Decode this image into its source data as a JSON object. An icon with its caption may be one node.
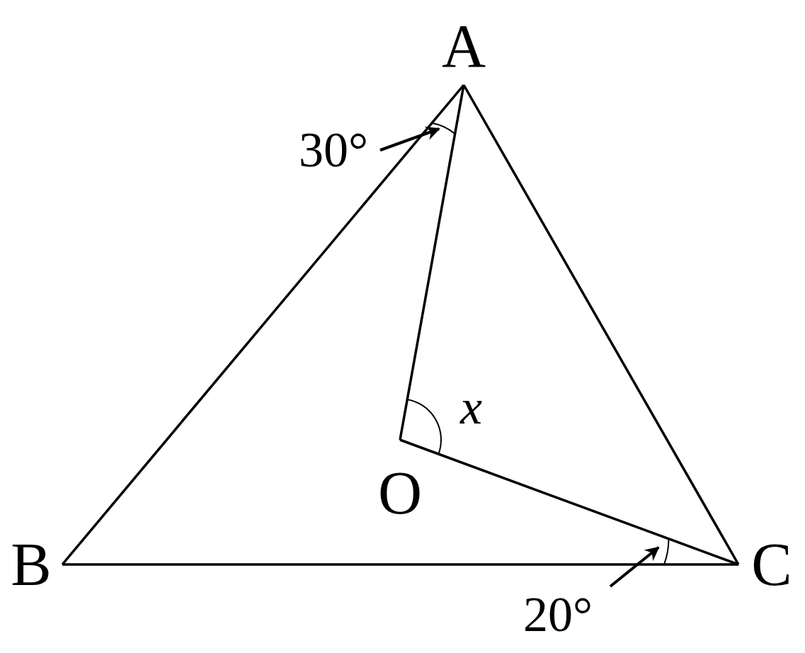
{
  "diagram": {
    "nodes": [
      {
        "text": [
          "A"
        ]
      },
      {
        "text": [
          "B"
        ]
      },
      {
        "text": [
          "C"
        ]
      },
      {
        "text": [
          "O"
        ]
      },
      {
        "text": [
          "30°"
        ]
      },
      {
        "text": [
          "20°"
        ]
      }
    ],
    "edges": [
      {
        "from": 1,
        "to": 0,
        "arrow": "none"
      },
      {
        "from": 0,
        "to": 2,
        "arrow": "none"
      },
      {
        "from": 1,
        "to": 2,
        "arrow": "none"
      },
      {
        "from": 0,
        "to": 3,
        "arrow": "none"
      },
      {
        "from": 3,
        "to": 2,
        "arrow": "none"
      },
      {
        "from": 4,
        "to": null,
        "arrow": "to"
      },
      {
        "from": 5,
        "to": null,
        "arrow": "to"
      }
    ],
    "labels": [
      "x"
    ]
  }
}
